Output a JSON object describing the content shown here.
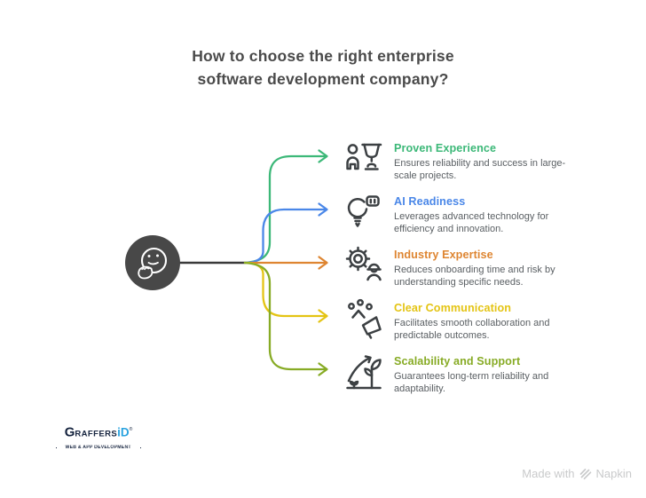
{
  "title": {
    "line1": "How to choose the right enterprise",
    "line2": "software development company?",
    "color": "#4a4a4a"
  },
  "center_node": {
    "icon": "thinking-face-icon",
    "circle_color": "#484848",
    "face_color": "#ffffff"
  },
  "connectors": {
    "trunk_color": "#3a3a3a"
  },
  "icon_color": "#3c4043",
  "items_text_color": "#5a5f63",
  "items": [
    {
      "title": "Proven Experience",
      "description": "Ensures reliability and success in large-scale projects.",
      "color": "#3cb878",
      "icon": "person-trophy-icon"
    },
    {
      "title": "AI Readiness",
      "description": "Leverages advanced technology for efficiency and innovation.",
      "color": "#4a87e8",
      "icon": "lightbulb-robot-icon"
    },
    {
      "title": "Industry Expertise",
      "description": "Reduces onboarding time and risk by understanding specific needs.",
      "color": "#de8531",
      "icon": "gear-worker-icon"
    },
    {
      "title": "Clear Communication",
      "description": "Facilitates smooth collaboration and predictable outcomes.",
      "color": "#e4c414",
      "icon": "megaphone-icon"
    },
    {
      "title": "Scalability and Support",
      "description": "Guarantees long-term reliability and adaptability.",
      "color": "#87ab25",
      "icon": "plant-growth-icon"
    }
  ],
  "footer": {
    "logo": {
      "g": "G",
      "raffers": "RAFFERS",
      "id": "iD",
      "registered": "®",
      "tagline": "WEB & APP DEVELOPMENT",
      "navy": "#16243f",
      "blue": "#2aa3df"
    },
    "credit": {
      "prefix": "Made with",
      "brand": "Napkin",
      "icon": "napkin-icon",
      "color": "#c9cacb"
    }
  }
}
